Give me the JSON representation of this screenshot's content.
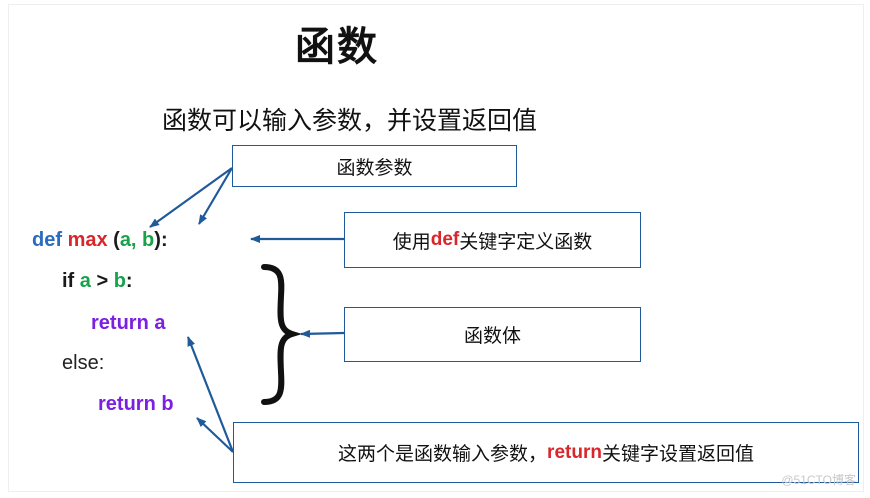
{
  "title": "函数",
  "subtitle": "函数可以输入参数，并设置返回值",
  "boxes": {
    "params": "函数参数",
    "def_kw": {
      "pre": "使用 ",
      "kw": "def",
      "post": " 关键字定义函数"
    },
    "body": "函数体",
    "return_kw": {
      "pre": "这两个是函数输入参数，",
      "kw": "return",
      "post": " 关键字设置返回值"
    }
  },
  "code": {
    "line1": {
      "def": "def",
      "name": "max",
      "open": " (",
      "a": "a,",
      "b": " b",
      "close": "):"
    },
    "line2": {
      "if": "if",
      "a": " a",
      "gt": " > ",
      "b": "b",
      "colon": ":"
    },
    "line3": {
      "return": "return a"
    },
    "line4": {
      "else": "else:"
    },
    "line5": {
      "return": "return b"
    }
  },
  "colors": {
    "arrow": "#1f5a9a",
    "keyword_blue": "#2a6bbf",
    "function_red": "#d9262b",
    "param_green": "#17a34a",
    "return_purple": "#7b1fe0"
  },
  "watermark": "@51CTO博客"
}
